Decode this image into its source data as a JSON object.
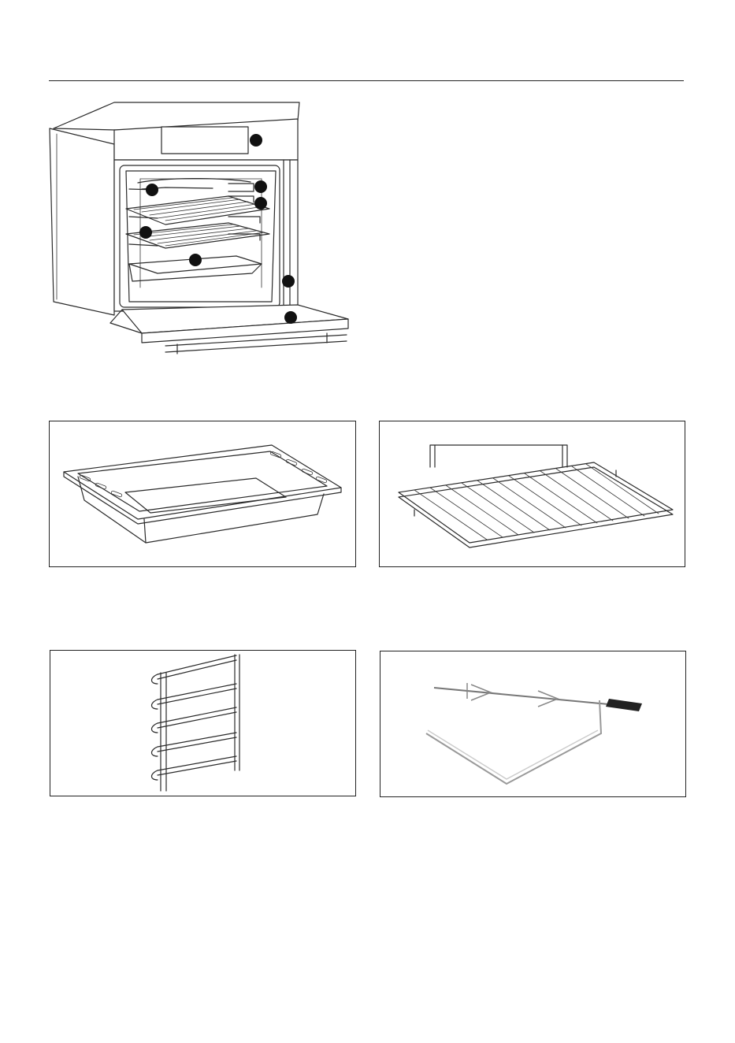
{
  "page": {
    "callout_count": 8
  },
  "colors": {
    "line": "#2a2a2a",
    "callout": "#111111",
    "background": "#ffffff"
  },
  "figures": {
    "oven": {
      "icon": "oven-overview-illustration"
    },
    "tray": {
      "icon": "baking-tray-illustration"
    },
    "rack": {
      "icon": "wire-rack-illustration"
    },
    "guides": {
      "icon": "side-rail-guides-illustration"
    },
    "rotisserie": {
      "icon": "rotisserie-spit-illustration"
    }
  }
}
